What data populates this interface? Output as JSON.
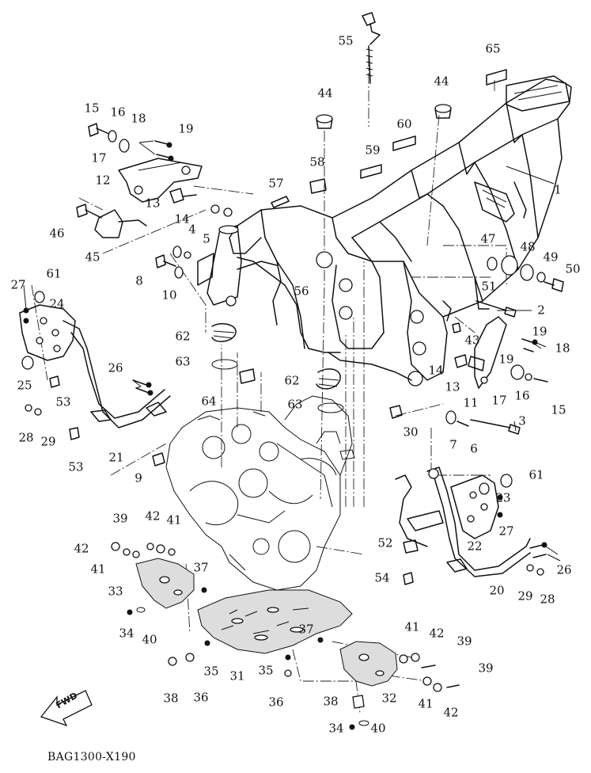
{
  "diagram": {
    "code": "BAG1300-X190",
    "direction_label": "FWD",
    "callouts": [
      {
        "id": "c1",
        "text": "1"
      },
      {
        "id": "c2",
        "text": "2"
      },
      {
        "id": "c3",
        "text": "3"
      },
      {
        "id": "c4",
        "text": "4"
      },
      {
        "id": "c5",
        "text": "5"
      },
      {
        "id": "c6",
        "text": "6"
      },
      {
        "id": "c7",
        "text": "7"
      },
      {
        "id": "c8",
        "text": "8"
      },
      {
        "id": "c9",
        "text": "9"
      },
      {
        "id": "c10",
        "text": "10"
      },
      {
        "id": "c11",
        "text": "11"
      },
      {
        "id": "c12",
        "text": "12"
      },
      {
        "id": "c13a",
        "text": "13"
      },
      {
        "id": "c13b",
        "text": "13"
      },
      {
        "id": "c14a",
        "text": "14"
      },
      {
        "id": "c14b",
        "text": "14"
      },
      {
        "id": "c15a",
        "text": "15"
      },
      {
        "id": "c15b",
        "text": "15"
      },
      {
        "id": "c16a",
        "text": "16"
      },
      {
        "id": "c16b",
        "text": "16"
      },
      {
        "id": "c17a",
        "text": "17"
      },
      {
        "id": "c17b",
        "text": "17"
      },
      {
        "id": "c18a",
        "text": "18"
      },
      {
        "id": "c18b",
        "text": "18"
      },
      {
        "id": "c19a",
        "text": "19"
      },
      {
        "id": "c19b",
        "text": "19"
      },
      {
        "id": "c19c",
        "text": "19"
      },
      {
        "id": "c20",
        "text": "20"
      },
      {
        "id": "c21",
        "text": "21"
      },
      {
        "id": "c22",
        "text": "22"
      },
      {
        "id": "c23",
        "text": "23"
      },
      {
        "id": "c24",
        "text": "24"
      },
      {
        "id": "c25",
        "text": "25"
      },
      {
        "id": "c26a",
        "text": "26"
      },
      {
        "id": "c26b",
        "text": "26"
      },
      {
        "id": "c27a",
        "text": "27"
      },
      {
        "id": "c27b",
        "text": "27"
      },
      {
        "id": "c28a",
        "text": "28"
      },
      {
        "id": "c28b",
        "text": "28"
      },
      {
        "id": "c29a",
        "text": "29"
      },
      {
        "id": "c29b",
        "text": "29"
      },
      {
        "id": "c30",
        "text": "30"
      },
      {
        "id": "c31",
        "text": "31"
      },
      {
        "id": "c32",
        "text": "32"
      },
      {
        "id": "c33",
        "text": "33"
      },
      {
        "id": "c34a",
        "text": "34"
      },
      {
        "id": "c34b",
        "text": "34"
      },
      {
        "id": "c35a",
        "text": "35"
      },
      {
        "id": "c35b",
        "text": "35"
      },
      {
        "id": "c36a",
        "text": "36"
      },
      {
        "id": "c36b",
        "text": "36"
      },
      {
        "id": "c37a",
        "text": "37"
      },
      {
        "id": "c37b",
        "text": "37"
      },
      {
        "id": "c38a",
        "text": "38"
      },
      {
        "id": "c38b",
        "text": "38"
      },
      {
        "id": "c39a",
        "text": "39"
      },
      {
        "id": "c39b",
        "text": "39"
      },
      {
        "id": "c39c",
        "text": "39"
      },
      {
        "id": "c40a",
        "text": "40"
      },
      {
        "id": "c40b",
        "text": "40"
      },
      {
        "id": "c41a",
        "text": "41"
      },
      {
        "id": "c41b",
        "text": "41"
      },
      {
        "id": "c41c",
        "text": "41"
      },
      {
        "id": "c41d",
        "text": "41"
      },
      {
        "id": "c42a",
        "text": "42"
      },
      {
        "id": "c42b",
        "text": "42"
      },
      {
        "id": "c42c",
        "text": "42"
      },
      {
        "id": "c42d",
        "text": "42"
      },
      {
        "id": "c43",
        "text": "43"
      },
      {
        "id": "c44a",
        "text": "44"
      },
      {
        "id": "c44b",
        "text": "44"
      },
      {
        "id": "c45",
        "text": "45"
      },
      {
        "id": "c46",
        "text": "46"
      },
      {
        "id": "c47",
        "text": "47"
      },
      {
        "id": "c48",
        "text": "48"
      },
      {
        "id": "c49",
        "text": "49"
      },
      {
        "id": "c50",
        "text": "50"
      },
      {
        "id": "c51",
        "text": "51"
      },
      {
        "id": "c52",
        "text": "52"
      },
      {
        "id": "c53a",
        "text": "53"
      },
      {
        "id": "c53b",
        "text": "53"
      },
      {
        "id": "c54",
        "text": "54"
      },
      {
        "id": "c55",
        "text": "55"
      },
      {
        "id": "c56",
        "text": "56"
      },
      {
        "id": "c57",
        "text": "57"
      },
      {
        "id": "c58",
        "text": "58"
      },
      {
        "id": "c59",
        "text": "59"
      },
      {
        "id": "c60",
        "text": "60"
      },
      {
        "id": "c61a",
        "text": "61"
      },
      {
        "id": "c61b",
        "text": "61"
      },
      {
        "id": "c62a",
        "text": "62"
      },
      {
        "id": "c62b",
        "text": "62"
      },
      {
        "id": "c63a",
        "text": "63"
      },
      {
        "id": "c63b",
        "text": "63"
      },
      {
        "id": "c64",
        "text": "64"
      },
      {
        "id": "c65",
        "text": "65"
      }
    ]
  }
}
